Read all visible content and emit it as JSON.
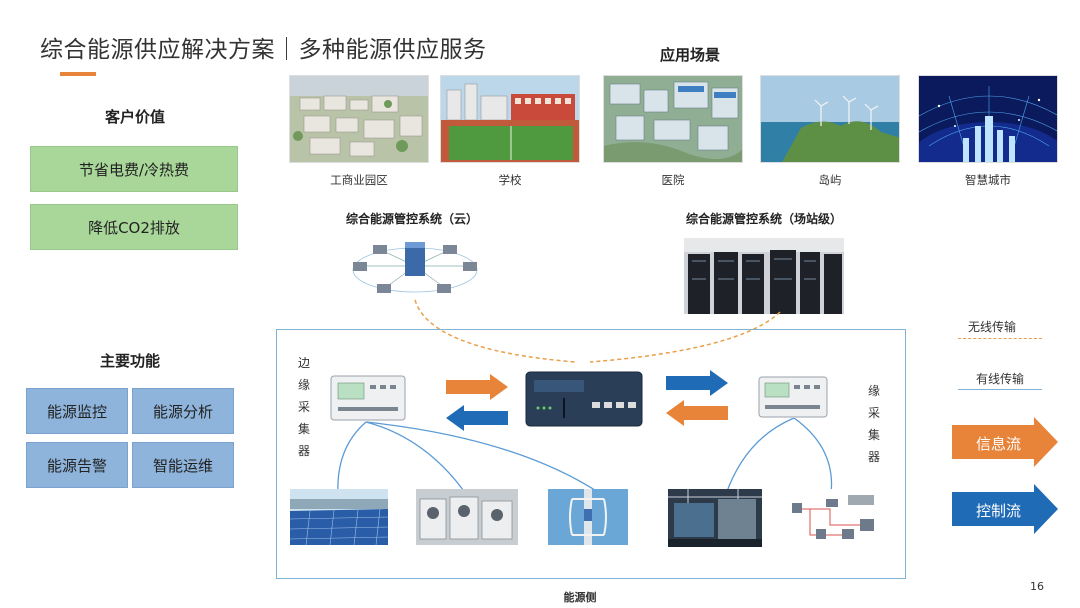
{
  "title": "综合能源供应解决方案｜多种能源供应服务",
  "customer_value": {
    "heading": "客户价值",
    "items": [
      "节省电费/冷热费",
      "降低CO2排放"
    ]
  },
  "main_functions": {
    "heading": "主要功能",
    "items": [
      "能源监控",
      "能源分析",
      "能源告警",
      "智能运维"
    ]
  },
  "scenarios": {
    "heading": "应用场景",
    "items": [
      "工商业园区",
      "学校",
      "医院",
      "岛屿",
      "智慧城市"
    ]
  },
  "systems": {
    "cloud": "综合能源管控系统（云）",
    "station": "综合能源管控系统（场站级）"
  },
  "edge_collector_left": [
    "边",
    "缘",
    "采",
    "集",
    "器"
  ],
  "edge_collector_right": [
    "缘",
    "采",
    "集",
    "器"
  ],
  "energy_side": "能源侧",
  "legend": {
    "wireless": "无线传输",
    "wired": "有线传输",
    "info_flow": "信息流",
    "control_flow": "控制流"
  },
  "colors": {
    "accent_orange": "#e8833a",
    "flow_blue": "#1f6bb5",
    "green_box": "#a9d79a",
    "blue_box": "#8eb4dc",
    "frame_blue": "#7fb3d5"
  },
  "page_number": "16"
}
